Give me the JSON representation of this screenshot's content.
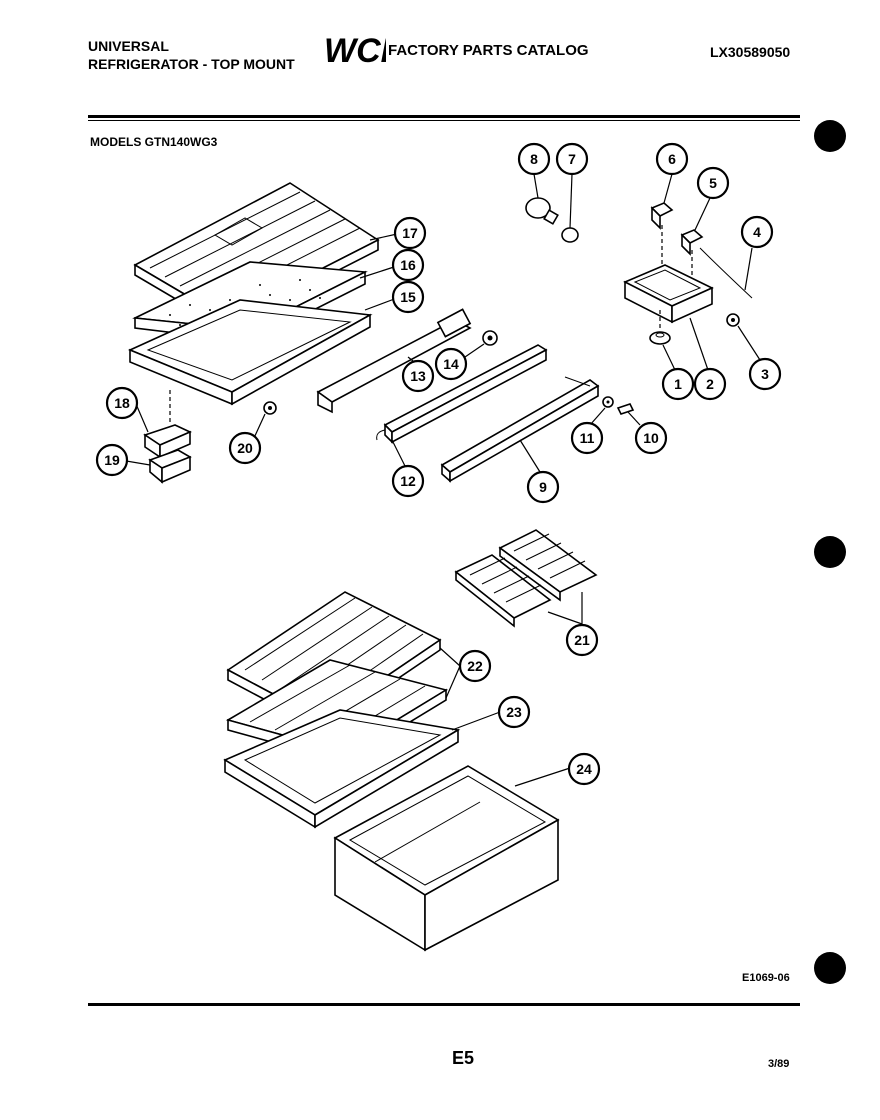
{
  "header": {
    "brand_line1": "UNIVERSAL",
    "brand_line2": "REFRIGERATOR - TOP MOUNT",
    "logo_text": "WCI",
    "catalog_title": "FACTORY PARTS CATALOG",
    "catalog_code": "LX30589050"
  },
  "models_label": "MODELS GTN140WG3",
  "drawing_number": "E1069-06",
  "page_number": "E5",
  "date": "3/89",
  "callouts": [
    "1",
    "2",
    "3",
    "4",
    "5",
    "6",
    "7",
    "8",
    "9",
    "10",
    "11",
    "12",
    "13",
    "14",
    "15",
    "16",
    "17",
    "18",
    "19",
    "20",
    "21",
    "22",
    "23",
    "24"
  ]
}
